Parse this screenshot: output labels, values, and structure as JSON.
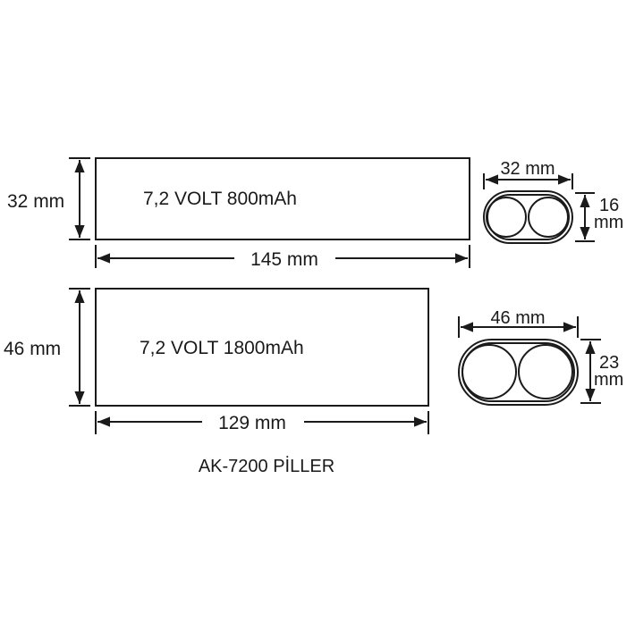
{
  "battery_small": {
    "label": "7,2 VOLT 800mAh",
    "height_dim": "32 mm",
    "length_dim": "145 mm",
    "end_width_dim": "32 mm",
    "end_height_dim_num": "16",
    "end_height_dim_unit": "mm"
  },
  "battery_large": {
    "label": "7,2 VOLT 1800mAh",
    "height_dim": "46 mm",
    "length_dim": "129 mm",
    "end_width_dim": "46 mm",
    "end_height_dim_num": "23",
    "end_height_dim_unit": "mm"
  },
  "caption": "AK-7200 PİLLER",
  "colors": {
    "ink": "#1a1a1a",
    "background": "#ffffff"
  }
}
